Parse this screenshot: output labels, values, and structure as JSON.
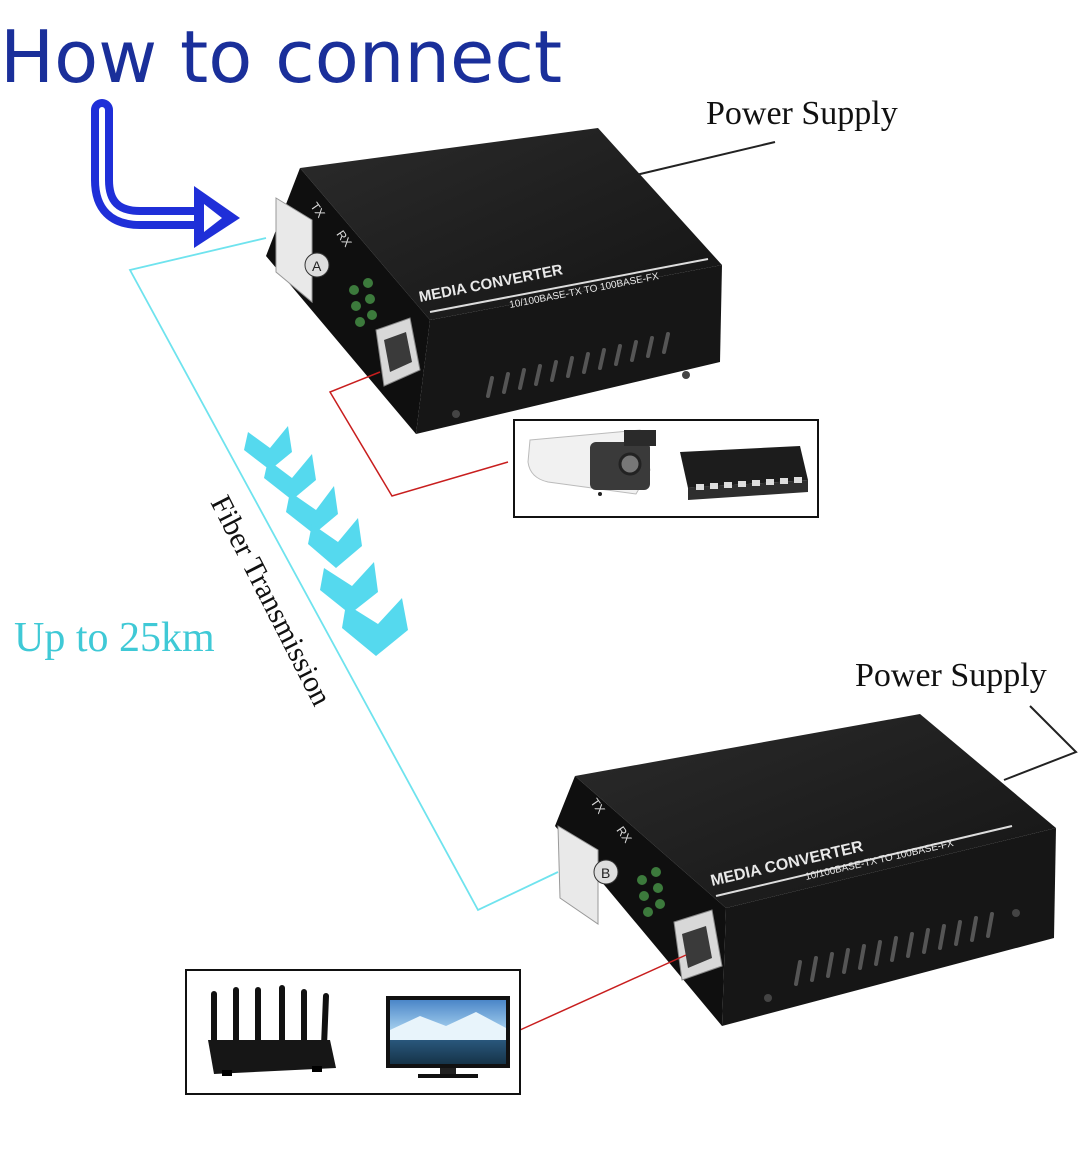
{
  "title": "How to connect",
  "power_supply_top": "Power Supply",
  "power_supply_bottom": "Power Supply",
  "fiber_label": "Fiber Transmission",
  "distance_label": "Up to 25km",
  "converter_top": {
    "brand": "MEDIA CONVERTER",
    "spec": "10/100BASE-TX TO 100BASE-FX",
    "tx": "TX",
    "rx": "RX",
    "port_mark": "A"
  },
  "converter_bottom": {
    "brand": "MEDIA CONVERTER",
    "spec": "10/100BASE-TX TO 100BASE-FX",
    "tx": "TX",
    "rx": "RX",
    "port_mark": "B"
  },
  "colors": {
    "title": "#1a2f9a",
    "arrow": "#1f2fd8",
    "fiber": "#6fe3ee",
    "chevron": "#55d9ee",
    "distance": "#3fc9d6",
    "ethernet": "#c81e1e",
    "device_body": "#1b1b1b"
  },
  "icons": {
    "top_devices": [
      "camera-icon",
      "network-switch-icon"
    ],
    "bottom_devices": [
      "router-icon",
      "monitor-icon"
    ]
  }
}
